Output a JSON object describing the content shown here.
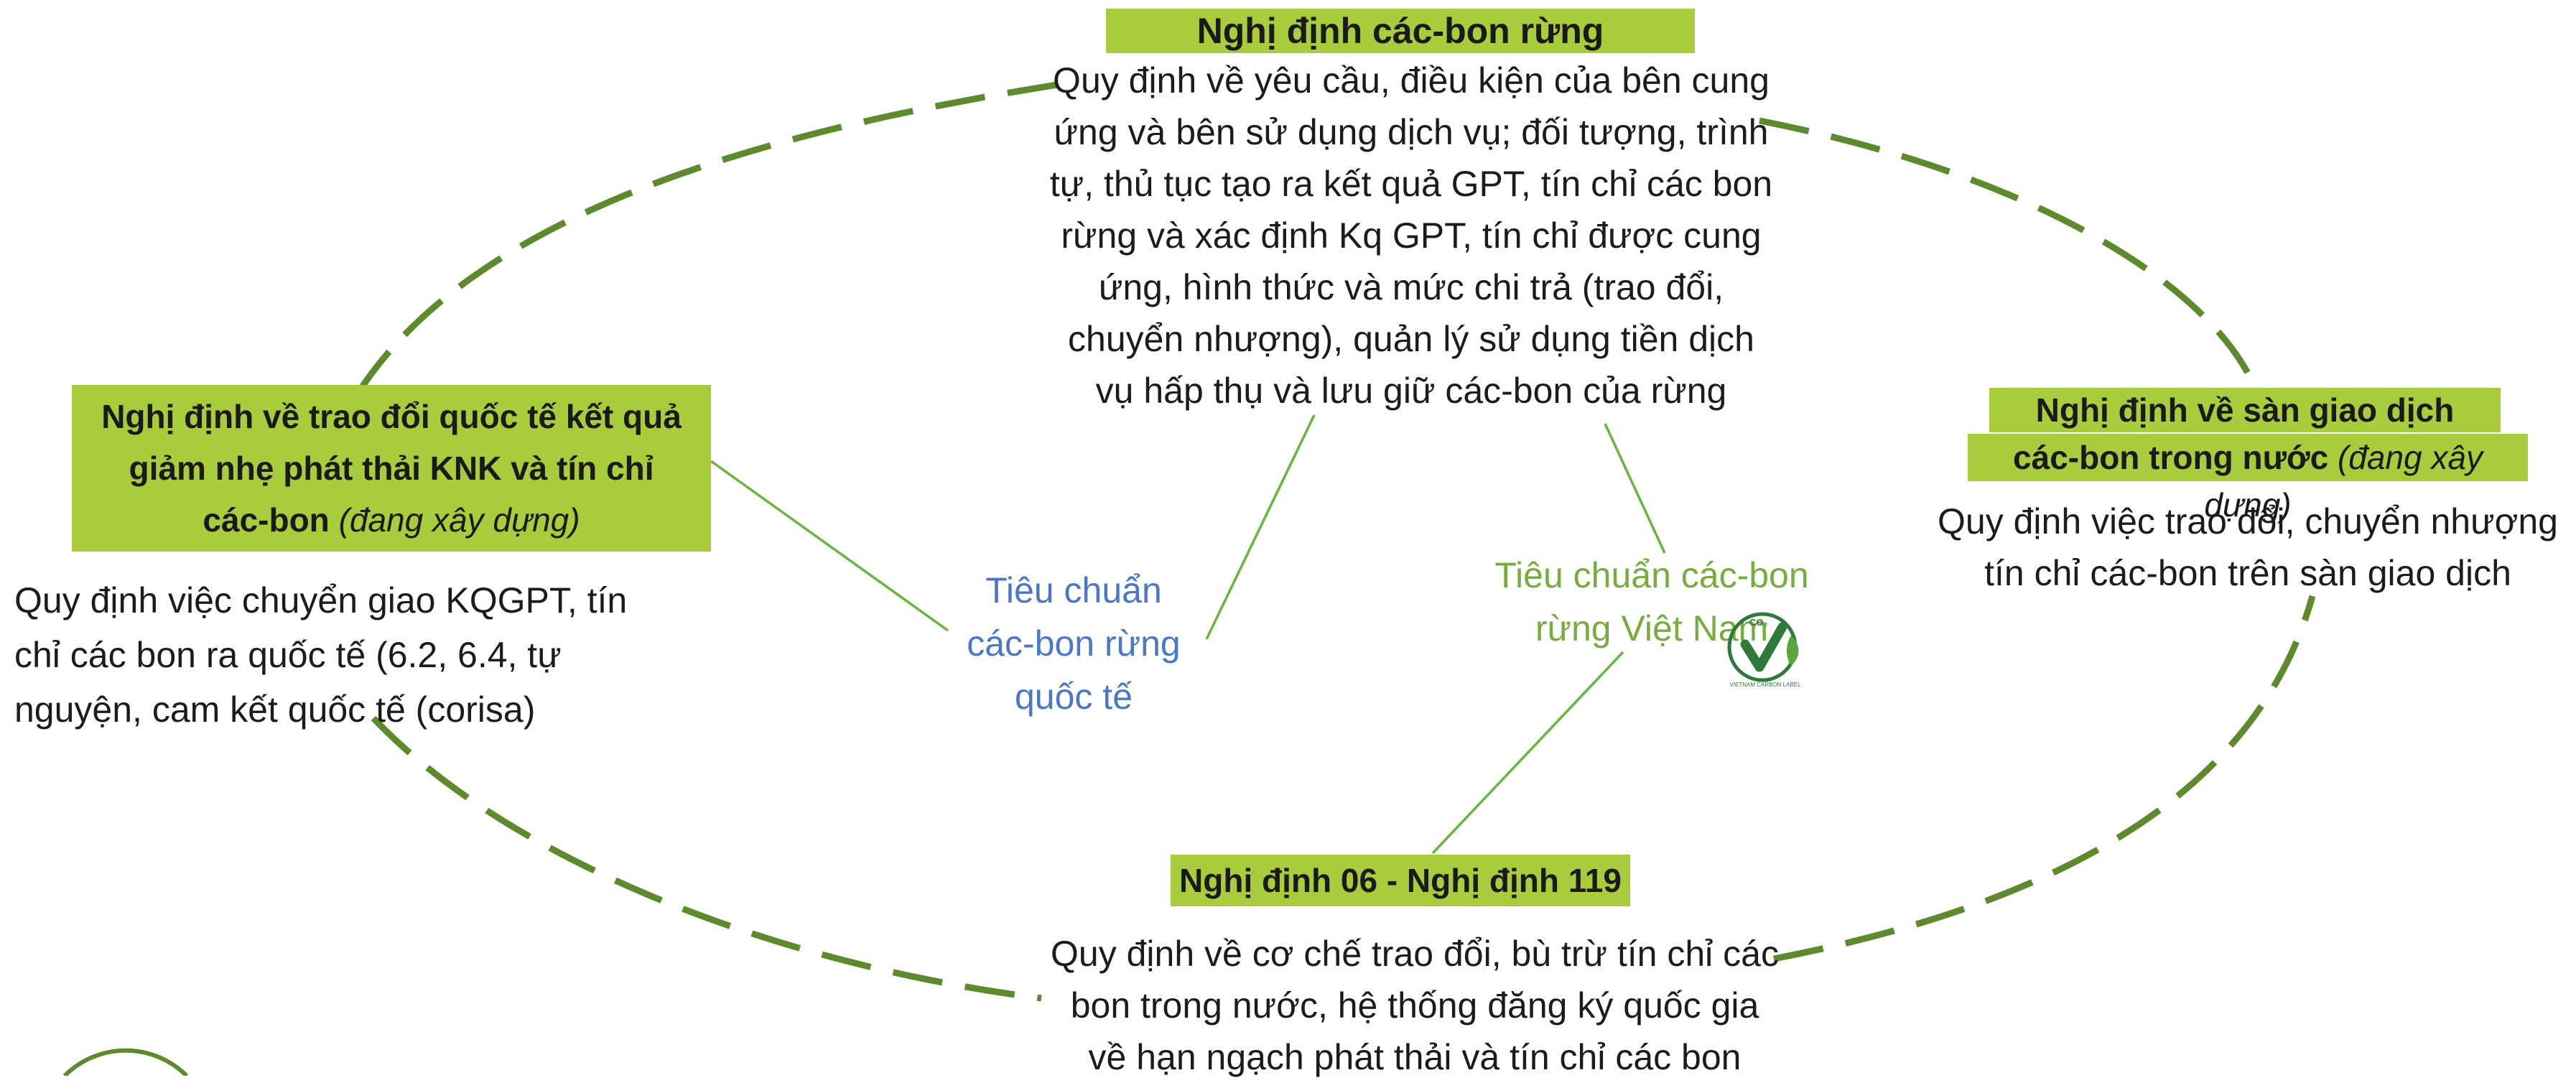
{
  "nodes": {
    "top": {
      "title": "Nghị định các-bon rừng",
      "text": "Quy định về yêu cầu, điều kiện của bên cung ứng và bên sử dụng dịch vụ; đối tượng, trình tự, thủ tục tạo ra kết quả GPT, tín chỉ các bon rừng và xác định Kq GPT, tín chỉ được cung ứng, hình thức và mức chi trả (trao đổi, chuyển nhượng), quản lý sử dụng tiền dịch vụ hấp thụ và lưu giữ các-bon của rừng"
    },
    "left": {
      "title_line1": "Nghị định về trao đổi quốc tế kết quả",
      "title_line2": "giảm nhẹ phát thải KNK và tín chỉ",
      "title_line3_bold": "các-bon",
      "title_line3_italic": "(đang xây dựng)",
      "text": "Quy định việc chuyển giao KQGPT, tín chỉ các bon ra quốc tế (6.2, 6.4, tự nguyện, cam kết quốc tế (corisa)"
    },
    "right": {
      "title_line1": "Nghị định về sàn giao dịch",
      "title_line2_bold": "các-bon trong nước",
      "title_line2_italic": "(đang xây dựng)",
      "text": "Quy định việc trao đổi, chuyển nhượng tín chỉ các-bon trên sàn giao dịch"
    },
    "bottom": {
      "title": "Nghị định 06 - Nghị định 119",
      "text": "Quy định về cơ chế trao đổi, bù trừ tín chỉ các bon trong nước, hệ thống đăng ký quốc gia về hạn ngạch phát thải và tín chỉ các bon"
    }
  },
  "standards": {
    "international": "Tiêu chuẩn các-bon rừng quốc tế",
    "vietnam": "Tiêu chuẩn các-bon rừng Việt Nam"
  },
  "logo": {
    "name": "vietnam-carbon-label",
    "top_text": "CO₂",
    "bottom_text": "VIETNAM CARBON LABEL"
  },
  "colors": {
    "accent": "#a9cc3c",
    "dash": "#5e8a2e",
    "connector": "#6ab53e",
    "intl_text": "#4a78c7",
    "vn_text": "#76ad3e"
  }
}
